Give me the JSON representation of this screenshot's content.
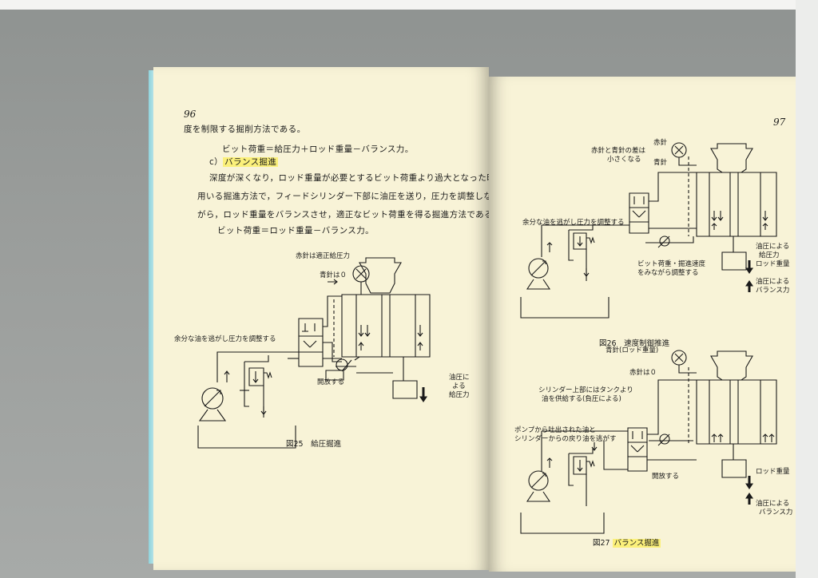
{
  "left_page": {
    "page_number": "96",
    "lines": [
      "度を制限する掘削方法である。",
      "ビット荷重＝給圧力＋ロッド重量－バランス力。",
      "c）",
      "バランス掘進",
      "深度が深くなり，ロッド重量が必要とするビット荷重より過大となった時",
      "用いる掘進方法で，フィードシリンダー下部に油圧を送り，圧力を調整しな",
      "がら，ロッド重量をバランスさせ，適正なビット荷重を得る掘進方法である。",
      "ビット荷重＝ロッド重量－バランス力。"
    ],
    "figure": {
      "caption": "図25　給圧掘進",
      "labels": {
        "red_needle": "赤針は適正給圧力",
        "blue_needle": "青針は０",
        "excess_oil": "余分な油を逃がし圧力を調整する",
        "open": "開放する",
        "oil_pressure_1": "油圧に",
        "oil_pressure_2": "よる",
        "oil_pressure_3": "給圧力"
      }
    }
  },
  "right_page": {
    "page_number": "97",
    "figure26": {
      "caption": "図26　速度制御推進",
      "labels": {
        "red": "赤針",
        "diff_1": "赤針と青針の差は",
        "diff_2": "小さくなる",
        "blue": "青針",
        "excess_oil": "余分な油を逃がし圧力を調整する",
        "adjust_1": "ビット荷重・掘進速度",
        "adjust_2": "をみながら調整する",
        "by_pressure_1": "油圧による",
        "by_pressure_2": "給圧力",
        "rod_weight": "ロッド重量",
        "balance_1": "油圧による",
        "balance_2": "バランス力"
      }
    },
    "figure27": {
      "caption_prefix": "図27",
      "caption_highlight": "バランス掘進",
      "labels": {
        "blue": "青針(ロッド重量)",
        "red": "赤針は０",
        "tank_1": "シリンダー上部にはタンクより",
        "tank_2": "油を供給する(負圧による)",
        "pump_1": "ポンプから吐出された油と",
        "pump_2": "シリンダーからの戻り油を逃がす",
        "open": "開放する",
        "rod_weight": "ロッド重量",
        "balance_1": "油圧による",
        "balance_2": "バランス力"
      }
    }
  }
}
